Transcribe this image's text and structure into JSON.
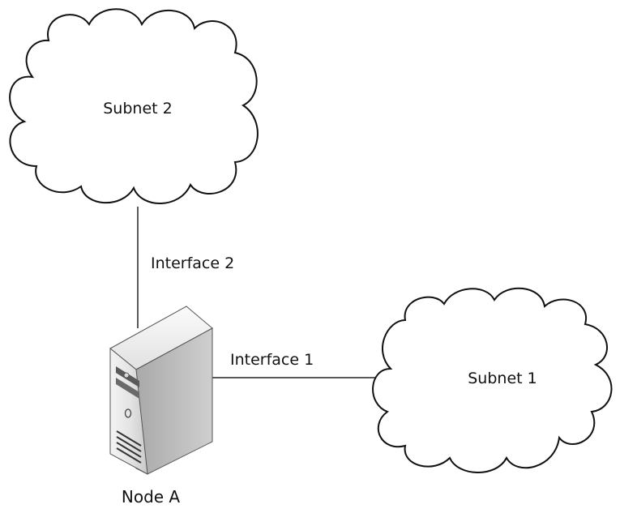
{
  "diagram": {
    "subnets": [
      {
        "id": "subnet-2",
        "label": "Subnet 2"
      },
      {
        "id": "subnet-1",
        "label": "Subnet 1"
      }
    ],
    "node": {
      "label": "Node A"
    },
    "links": [
      {
        "label": "Interface 2",
        "from": "node-a",
        "to": "subnet-2"
      },
      {
        "label": "Interface 1",
        "from": "node-a",
        "to": "subnet-1"
      }
    ]
  }
}
